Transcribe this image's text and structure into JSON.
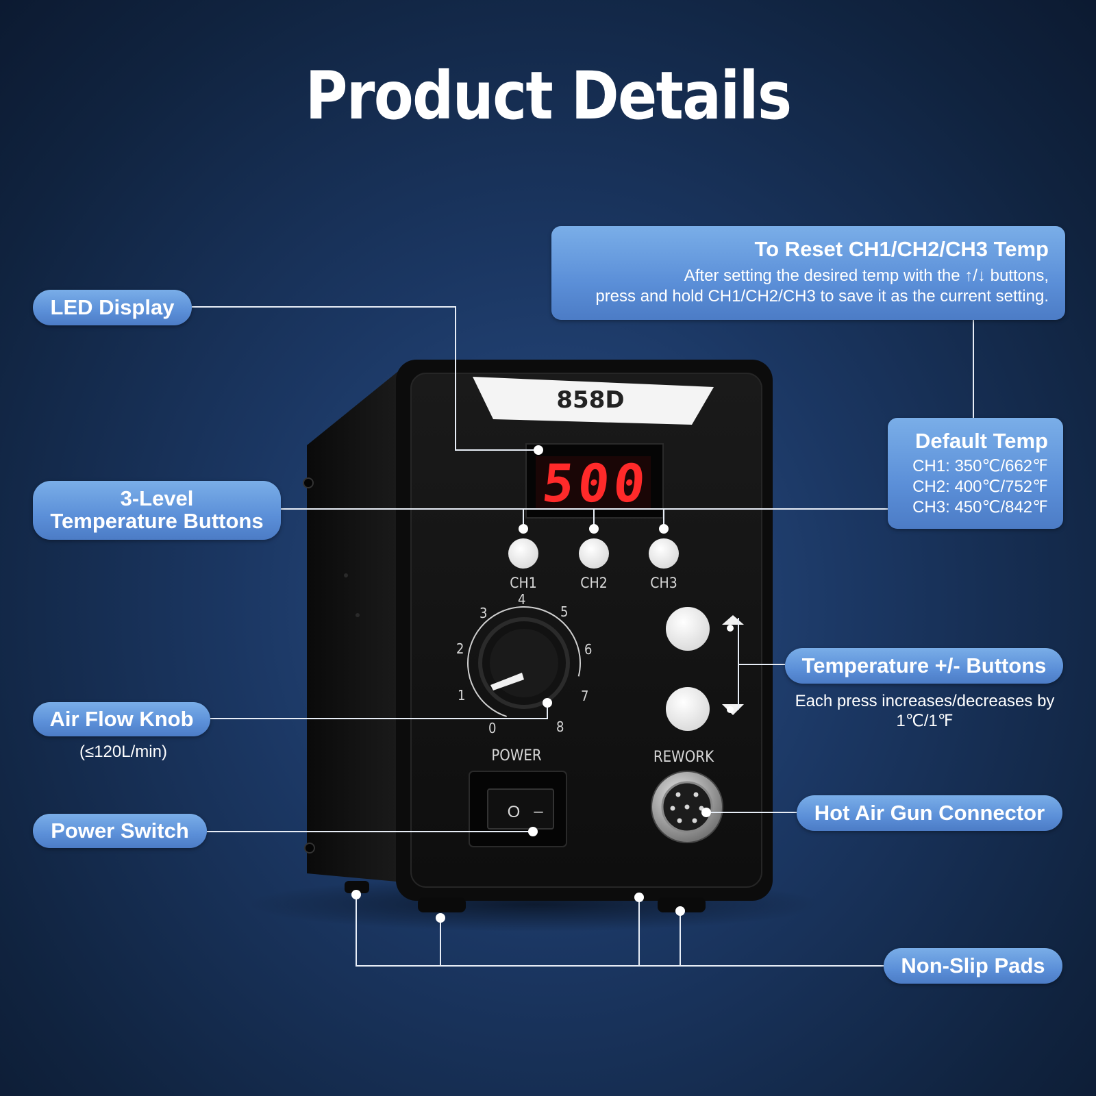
{
  "title": "Product Details",
  "device": {
    "model": "858D",
    "display_value": "500",
    "channels": [
      "CH1",
      "CH2",
      "CH3"
    ],
    "dial_marks": [
      "0",
      "1",
      "2",
      "3",
      "4",
      "5",
      "6",
      "7",
      "8"
    ],
    "power_label": "POWER",
    "rework_label": "REWORK",
    "switch_on_symbol": "–",
    "switch_off_symbol": "O"
  },
  "callouts": {
    "led_display": "LED Display",
    "temp_buttons_line1": "3-Level",
    "temp_buttons_line2": "Temperature Buttons",
    "air_flow": "Air Flow Knob",
    "air_flow_note": "(≤120L/min)",
    "power_switch": "Power Switch",
    "reset": {
      "heading": "To Reset CH1/CH2/CH3 Temp",
      "line1": "After setting the desired temp with the ↑/↓ buttons,",
      "line2": "press and hold CH1/CH2/CH3 to save it as the current setting."
    },
    "default_temp": {
      "heading": "Default Temp",
      "ch1": "CH1: 350℃/662℉",
      "ch2": "CH2: 400℃/752℉",
      "ch3": "CH3: 450℃/842℉"
    },
    "plus_minus": "Temperature +/- Buttons",
    "plus_minus_note_line1": "Each press increases/decreases by",
    "plus_minus_note_line2": "1℃/1℉",
    "connector": "Hot Air Gun Connector",
    "pads": "Non-Slip Pads"
  },
  "colors": {
    "background": "#1b3763",
    "label_fill": "#5b8fd8",
    "led_red": "#ff2a2a",
    "device_body": "#111111"
  }
}
